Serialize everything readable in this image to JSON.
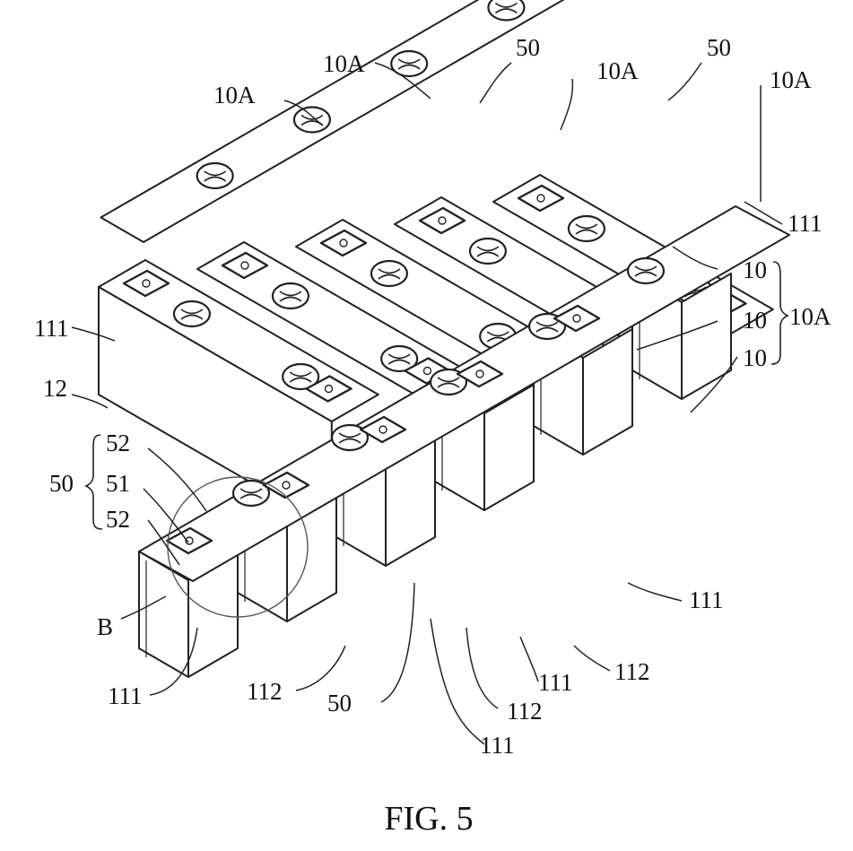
{
  "figure": {
    "caption": "FIG. 5",
    "labels": {
      "a50_left": "50",
      "a50_right": "50",
      "a10A_1": "10A",
      "a10A_2": "10A",
      "a10A_3": "10A",
      "a10A_4": "10A",
      "a10A_brace": "10A",
      "a111_right_top": "111",
      "a10_1": "10",
      "a10_2": "10",
      "a10_3": "10",
      "a111_left": "111",
      "a12": "12",
      "a52_top": "52",
      "a51": "51",
      "a52_bottom": "52",
      "a50_brace": "50",
      "aB": "B",
      "a111_bottom_right": "111",
      "a111_bottom_left": "111",
      "a112_1": "112",
      "a50_bottom": "50",
      "a111_mid": "111",
      "a112_2": "112",
      "a112_3": "112",
      "a111_lowest": "111"
    }
  }
}
